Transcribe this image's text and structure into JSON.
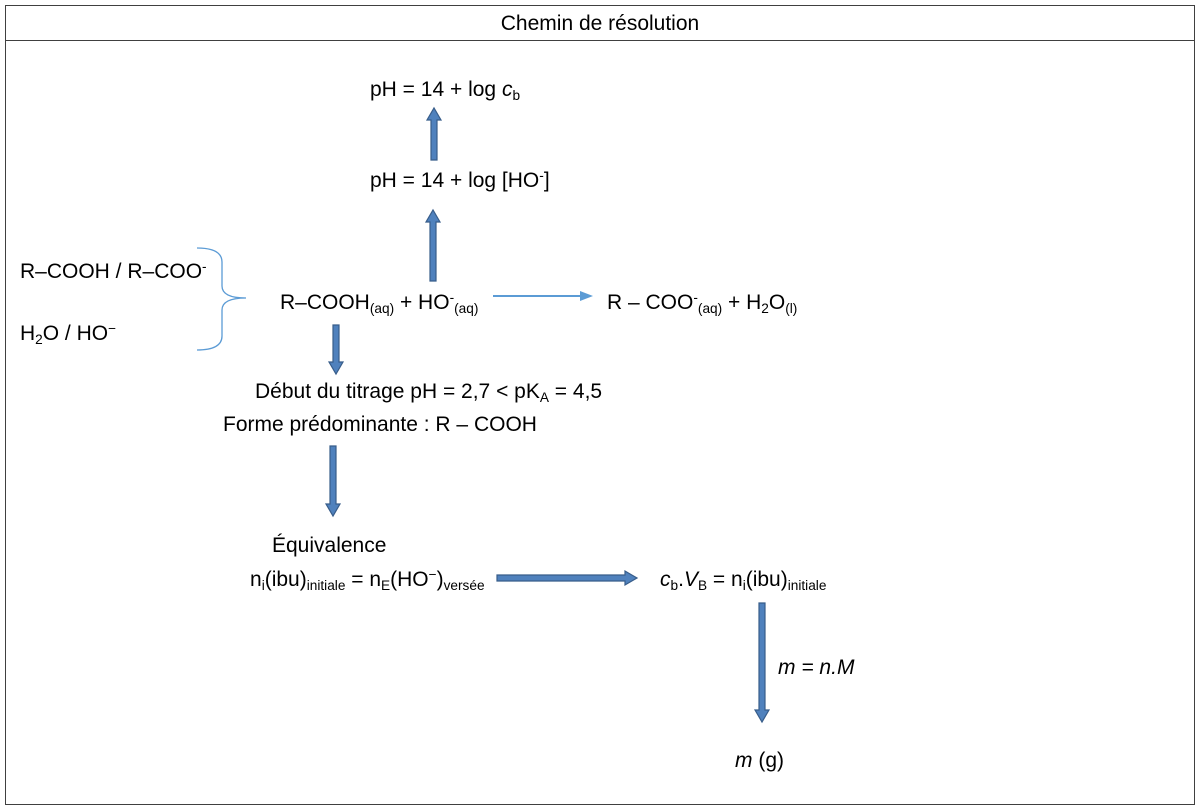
{
  "title": "Chemin de résolution",
  "ph_cb": {
    "text": "pH = 14 + log ",
    "var": "c",
    "sub": "b"
  },
  "ph_ho": {
    "text": "pH = 14 + log [HO",
    "sup": "-",
    "close": "]"
  },
  "couple_acid": {
    "text": "R–COOH / R–COO",
    "sup": "-"
  },
  "couple_water": {
    "h": "H",
    "sub": "2",
    "text": "O / HO",
    "sup": "−"
  },
  "reactants": {
    "acid": "R–COOH",
    "acid_state": "(aq)",
    "plus": " + HO",
    "charge": "-",
    "base_state": "(aq)"
  },
  "products": {
    "base": "R – COO",
    "charge": "-",
    "base_state": "(aq)",
    "plus": " + H",
    "h2": "2",
    "o": "O",
    "water_state": "(l)"
  },
  "titration_start": {
    "text": "Début du titrage pH = 2,7 < pK",
    "sub": "A",
    "value": " = 4,5"
  },
  "predominant_form": "Forme prédominante : R – COOH",
  "equivalence_label": "Équivalence",
  "equivalence_relation": {
    "n1": "n",
    "i": "i",
    "ibu": "(ibu)",
    "initiale": "initiale",
    "eq": " = n",
    "E": "E",
    "ho": "(HO",
    "minus": "−",
    "close": ")",
    "versee": "versée"
  },
  "amount_relation": {
    "c": "c",
    "b": "b",
    "dot": ".",
    "V": "V",
    "B": "B",
    "eq": " = n",
    "i": "i",
    "ibu": "(ibu)",
    "initiale": "initiale"
  },
  "mass_formula": "m = n.M",
  "mass_result": {
    "m": "m",
    "unit": " (g)"
  },
  "colors": {
    "arrow_fill": "#4f81bd",
    "arrow_stroke": "#385d8a",
    "thin_arrow": "#5b9bd5",
    "brace": "#5b9bd5",
    "frame": "#404040"
  }
}
